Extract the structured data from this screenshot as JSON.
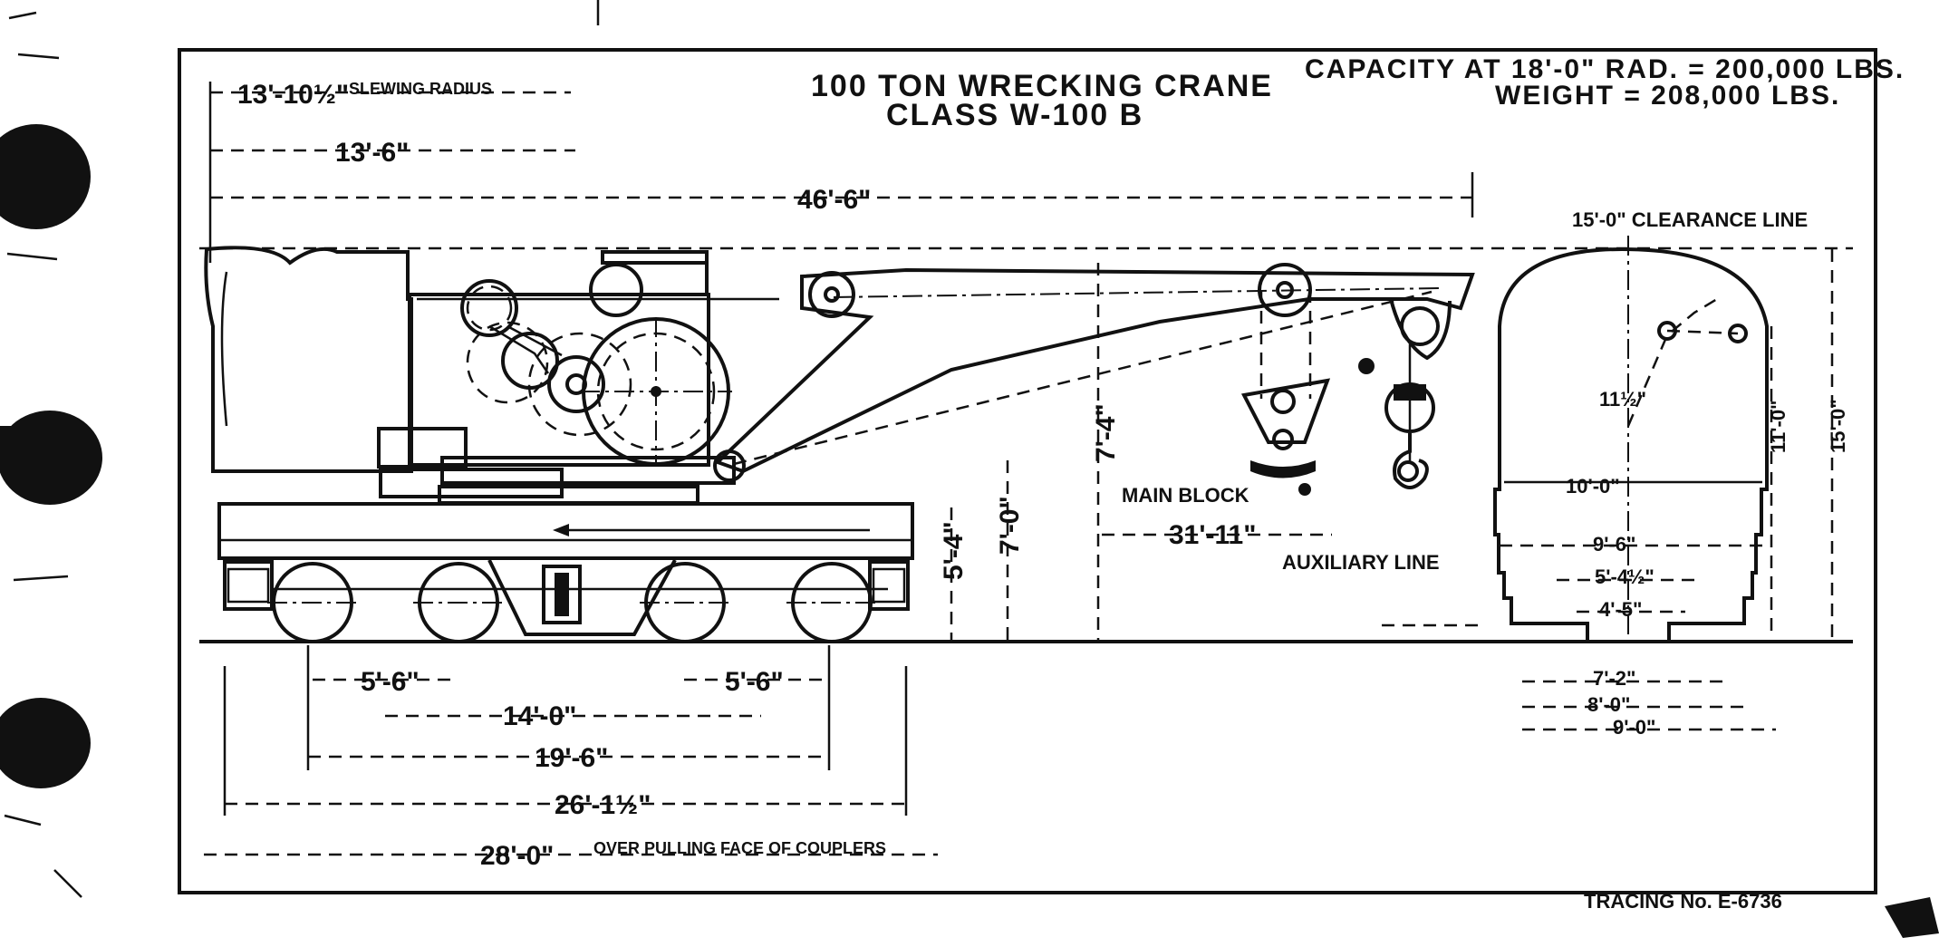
{
  "title": {
    "line1": "100 TON WRECKING CRANE",
    "line2": "CLASS W-100 B"
  },
  "specs": {
    "capacity": "CAPACITY AT 18'-0\" RAD. = 200,000 LBS.",
    "weight": "WEIGHT = 208,000 LBS."
  },
  "dimensions": {
    "slewing_radius": "13'-10½\"",
    "slewing_radius_note": "SLEWING RADIUS",
    "rear": "13'-6\"",
    "boom_overall": "46'-6\"",
    "main_block_reach": "31'-11\"",
    "clearance_line": "15'-0\" CLEARANCE LINE",
    "height_7_4": "7'-4\"",
    "height_7_0": "7'-0\"",
    "height_5_4": "5'-4\"",
    "truck_wheelbase_left": "5'-6\"",
    "truck_wheelbase_right": "5'-6\"",
    "truck_centers": "14'-0\"",
    "outer_axles": "19'-6\"",
    "over_end_sills": "26'-1½\"",
    "over_couplers": "28'-0\"",
    "over_couplers_note": "OVER PULLING FACE OF COUPLERS",
    "clr_10_0": "10'-0\"",
    "clr_9_6": "9'-6\"",
    "clr_5_4": "5'-4½\"",
    "clr_4_5": "4'-5\"",
    "clr_7_2": "7'-2\"",
    "clr_8_0": "8'-0\"",
    "clr_9_0": "9'-0\"",
    "clr_15_0": "15'-0\"",
    "clr_11_0": "11'-0\"",
    "clr_11_2": "11½\""
  },
  "callouts": {
    "main_block": "MAIN BLOCK",
    "auxiliary_line": "AUXILIARY LINE"
  },
  "tracing_number": "TRACING No. E-6736"
}
